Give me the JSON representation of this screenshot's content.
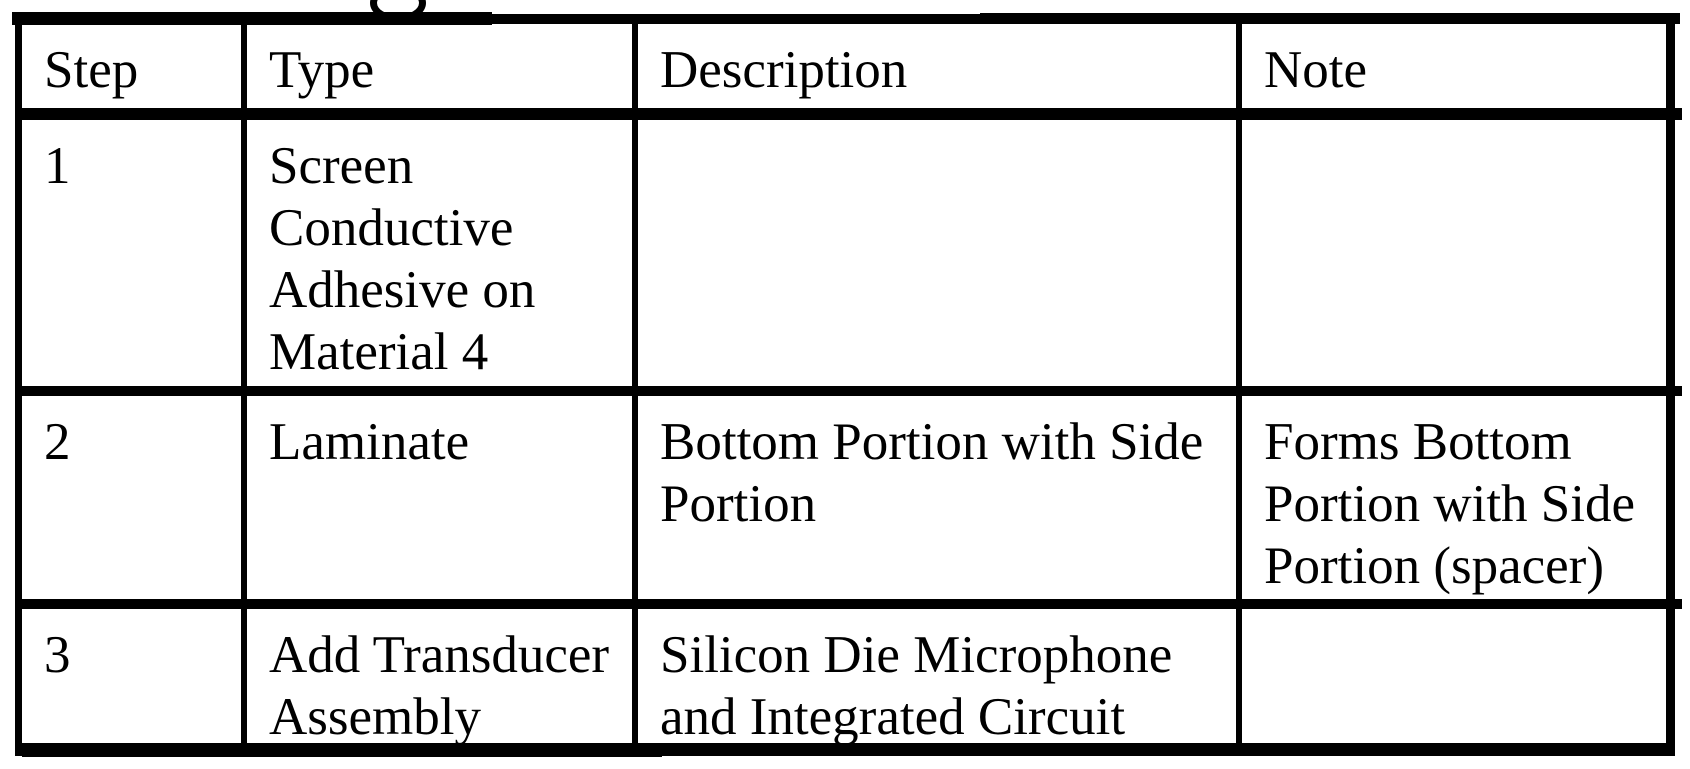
{
  "document": {
    "kind": "scanned patent process-step table",
    "colors": {
      "ink": "#000000",
      "paper": "#ffffff"
    }
  },
  "table": {
    "columns": [
      "Step",
      "Type",
      "Description",
      "Note"
    ],
    "rows": [
      {
        "step": "1",
        "type": "Screen\nConductive\nAdhesive on\nMaterial 4",
        "description": "",
        "note": ""
      },
      {
        "step": "2",
        "type": "Laminate",
        "description": "Bottom Portion with Side\nPortion",
        "note": "Forms Bottom\nPortion with Side\nPortion (spacer)"
      },
      {
        "step": "3",
        "type": "Add Transducer\nAssembly",
        "description": "Silicon Die Microphone\nand Integrated Circuit",
        "note": ""
      }
    ]
  }
}
